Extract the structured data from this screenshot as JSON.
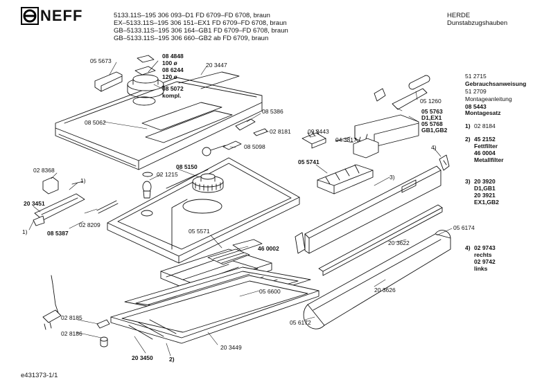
{
  "brand": "NEFF",
  "header_models": [
    "5133.11S–195 306 093–D1 FD 6709–FD 6708, braun",
    "EX–5133.11S–195 306 151–EX1 FD 6709–FD 6708, braun",
    "GB–5133.11S–195 306 164–GB1 FD 6709–FD 6708, braun",
    "GB–5133.11S–195 306 660–GB2 ab FD 6709, braun"
  ],
  "category": [
    "HERDE",
    "Dunstabzugshauben"
  ],
  "footer_code": "e431373-1/1",
  "side_notes": {
    "n1_code": "51 2715",
    "n1_text": "Gebrauchsanweisung",
    "n2_code": "51 2709",
    "n2_text": "Montageanleitung",
    "n3_code": "08 5443",
    "n3_text": "Montagesatz",
    "f1_num": "1)",
    "f1_code": "02 8184",
    "f2_num": "2)",
    "f2_code": "45 2152",
    "f2_text": "Fettfilter",
    "f2_code2": "46 0004",
    "f2_text2": "Metallfilter",
    "f3_num": "3)",
    "f3_code": "20 3920",
    "f3_text": "D1,GB1",
    "f3_code2": "20 3921",
    "f3_text2": "EX1,GB2",
    "f4_num": "4)",
    "f4_code": "02 9743",
    "f4_text": "rechts",
    "f4_code2": "02 9742",
    "f4_text2": "links"
  },
  "labels": {
    "p055673": "05 5673",
    "p084848": "08 4848",
    "p100": "100 ø",
    "p086244": "08 6244",
    "p120": "120 ø",
    "p203447": "20 3447",
    "p085072": "08 5072",
    "pkompl": "kompl.",
    "p085062": "08 5062",
    "p085386": "08 5386",
    "p028181": "02 8181",
    "p085098": "08 5098",
    "p028368": "02 8368",
    "p021215": "02 1215",
    "p085150": "08 5150",
    "p203451": "20 3451",
    "p085387": "08 5387",
    "p028209": "02 8209",
    "p055571": "05 5571",
    "p460002": "46 0002",
    "p056600": "05 6600",
    "p028185": "02 8185",
    "p028186": "02 8186",
    "p203450": "20 3450",
    "p203449": "20 3449",
    "p051260": "05 1260",
    "p055763": "05 5763",
    "pD1EX1": "D1,EX1",
    "p055768": "05 5768",
    "pGB1GB2": "GB1,GB2",
    "p093443": "09 3443",
    "p043817": "04 3817",
    "p055741": "05 5741",
    "p056174": "05 6174",
    "p203622": "20 3622",
    "p203626": "20 3626",
    "p056172": "05 6172",
    "c1a": "1)",
    "c1b": "1)",
    "c2": "2)",
    "c3": "3)",
    "c4": "4)"
  }
}
